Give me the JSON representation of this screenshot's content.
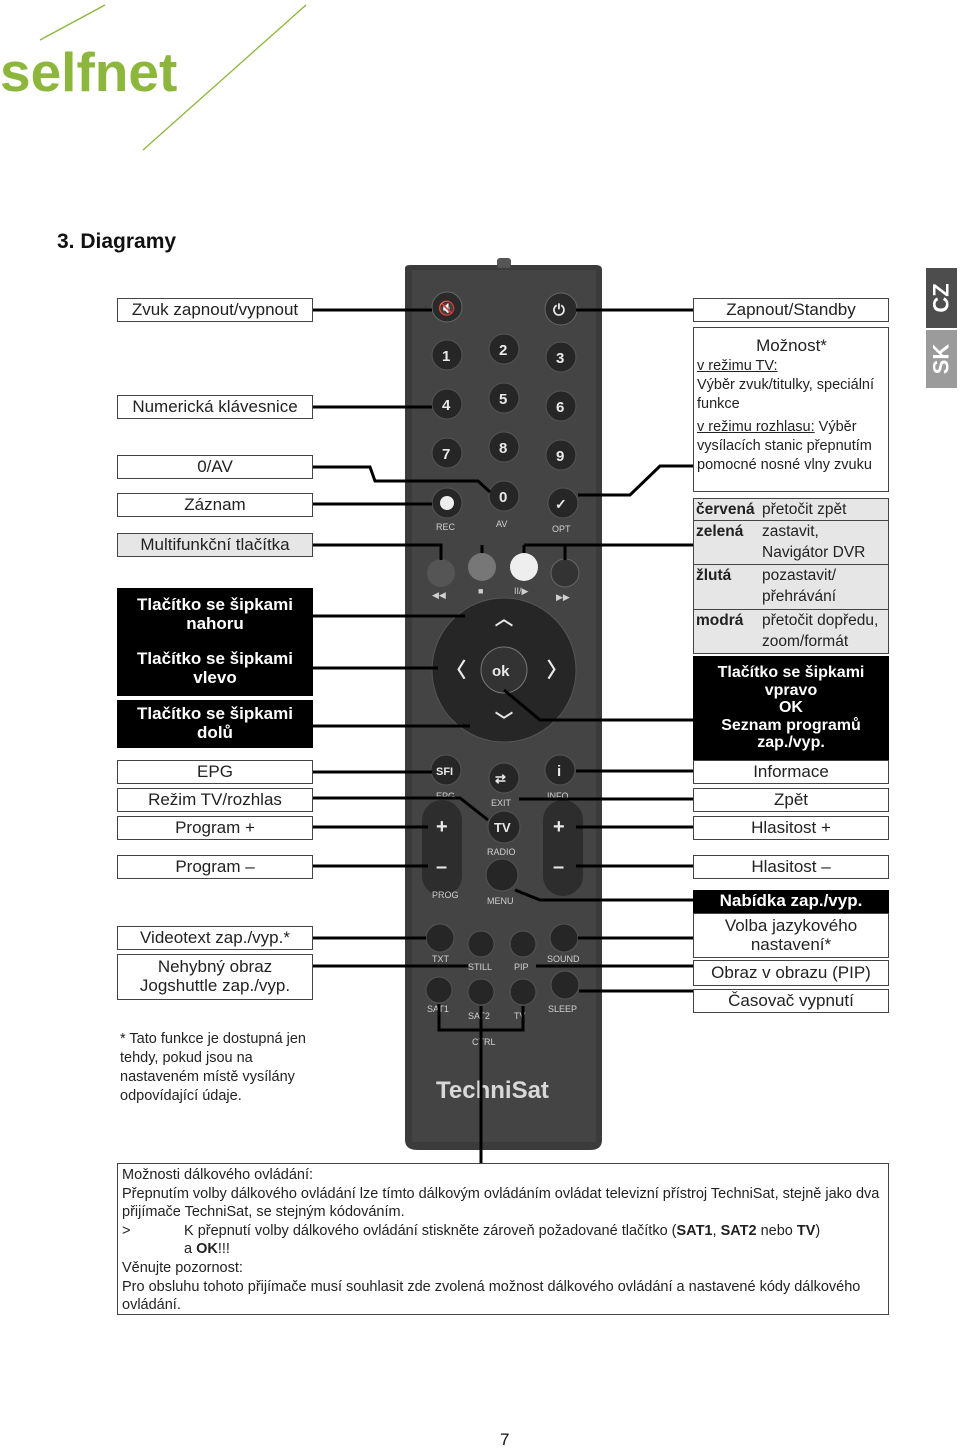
{
  "brand": {
    "logo_text": "selfnet",
    "accent": "#8cb63c"
  },
  "section_title": "3. Diagramy",
  "lang_tabs": [
    "CZ",
    "SK"
  ],
  "left_labels": {
    "zvuk": "Zvuk zapnout/vypnout",
    "numericka": "Numerická klávesnice",
    "av": "0/AV",
    "zaznam": "Záznam",
    "multi": "Multifunkční tlačítka",
    "nahoru": "Tlačítko se šipkami\nnahoru",
    "vlevo": "Tlačítko se šipkami\nvlevo",
    "dolu": "Tlačítko se šipkami\ndolů",
    "epg": "EPG",
    "rezim": "Režim TV/rozhlas",
    "program_plus": "Program +",
    "program_minus": "Program –",
    "videotext": "Videotext zap./vyp.*",
    "nehybny": "Nehybný obraz\nJogshuttle zap./vyp."
  },
  "right_labels": {
    "zapnout": "Zapnout/Standby",
    "moznost_title": "Možnost*",
    "moznost_tv_head": "v režimu TV:",
    "moznost_tv_text": "Výběr zvuk/titulky, speciální funkce",
    "moznost_radio_head": "v režimu rozhlasu:",
    "moznost_radio_text": " Výběr vysílacích stanic přepnutím pomocné nosné vlny zvuku",
    "colors": [
      {
        "c": "červená",
        "d": "přetočit zpět"
      },
      {
        "c": "zelená",
        "d": "zastavit,\nNavigátor DVR"
      },
      {
        "c": "žlutá",
        "d": "pozastavit/\npřehrávání"
      },
      {
        "c": "modrá",
        "d": "přetočit dopředu,\nzoom/formát"
      }
    ],
    "vpravo_ok": "Tlačítko se šipkami\nvpravo\nOK\nSeznam programů\nzap./vyp.",
    "informace": "Informace",
    "zpet": "Zpět",
    "hlasitost_plus": "Hlasitost +",
    "hlasitost_minus": "Hlasitost –",
    "nabidka": "Nabídka zap./vyp.",
    "volba": "Volba jazykového\nnastavení*",
    "pip": "Obraz v obrazu (PIP)",
    "casovac": "Časovač vypnutí"
  },
  "remote": {
    "brand": "TechniSat",
    "digits": [
      "1",
      "2",
      "3",
      "4",
      "5",
      "6",
      "7",
      "8",
      "9",
      "0"
    ],
    "ok": "ok",
    "tv": "TV",
    "sfi": "SFI",
    "info": "i",
    "captions": {
      "rec": "REC",
      "av": "AV",
      "opt": "OPT",
      "exit": "EXIT",
      "epg": "EPG",
      "info": "INFO",
      "radio": "RADIO",
      "prog": "PROG",
      "menu": "MENU",
      "txt": "TXT",
      "still": "STILL",
      "pip": "PIP",
      "sound": "SOUND",
      "sat1": "SAT1",
      "sat2": "SAT2",
      "sleep": "SLEEP",
      "tv2": "TV",
      "ctrl": "CTRL"
    }
  },
  "footnote": "* Tato funkce je dostupná jen tehdy, pokud jsou na nastaveném místě vysílány odpovídající údaje.",
  "infobox": {
    "l1": "Možnosti dálkového ovládání:",
    "l2": "Přepnutím volby dálkového ovládání lze tímto dálkovým ovládáním ovládat televizní přístroj TechniSat, stejně jako dva přijímače TechniSat, se stejným kódováním.",
    "l3_prefix": ">",
    "l3a": "K přepnutí volby dálkového ovládání stiskněte zároveň požadované tlačítko (",
    "l3_sat1": "SAT1",
    "l3b": ", ",
    "l3_sat2": "SAT2",
    "l3c": " nebo ",
    "l3_tv": "TV",
    "l3d": ")",
    "l4a": "a ",
    "l4_ok": "OK",
    "l4b": "!!!",
    "l5": "Věnujte pozornost:",
    "l6": "Pro obsluhu tohoto přijímače musí souhlasit zde zvolená možnost dálkového ovládání a nastavené kódy dálkového ovládání."
  },
  "page_number": "7"
}
